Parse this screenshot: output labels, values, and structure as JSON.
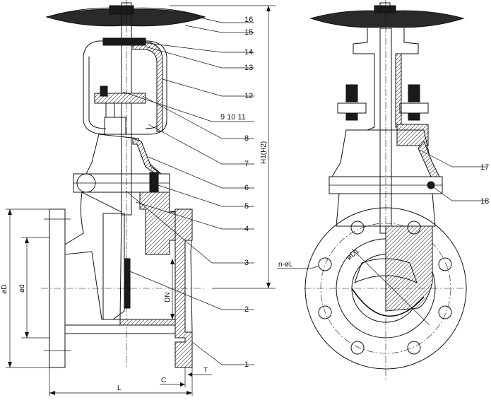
{
  "callouts": [
    {
      "id": "c16",
      "label": "16"
    },
    {
      "id": "c15",
      "label": "15"
    },
    {
      "id": "c14",
      "label": "14"
    },
    {
      "id": "c13",
      "label": "13"
    },
    {
      "id": "c12",
      "label": "12"
    },
    {
      "id": "c9_10_11",
      "label": "9  10  11"
    },
    {
      "id": "c8",
      "label": "8"
    },
    {
      "id": "c7",
      "label": "7"
    },
    {
      "id": "c6",
      "label": "6"
    },
    {
      "id": "c5",
      "label": "5"
    },
    {
      "id": "c4",
      "label": "4"
    },
    {
      "id": "c3",
      "label": "3"
    },
    {
      "id": "c2",
      "label": "2"
    },
    {
      "id": "c1",
      "label": "1"
    },
    {
      "id": "c17",
      "label": "17"
    },
    {
      "id": "c18",
      "label": "18"
    }
  ],
  "dimensions": {
    "height": "H1(H2)",
    "outer_diameter": "øD",
    "inner_diameter": "ød",
    "nominal": "DN",
    "length": "L",
    "c": "C",
    "t": "T",
    "bolt_holes": "n-øL",
    "bolt_circle": "øD1"
  }
}
